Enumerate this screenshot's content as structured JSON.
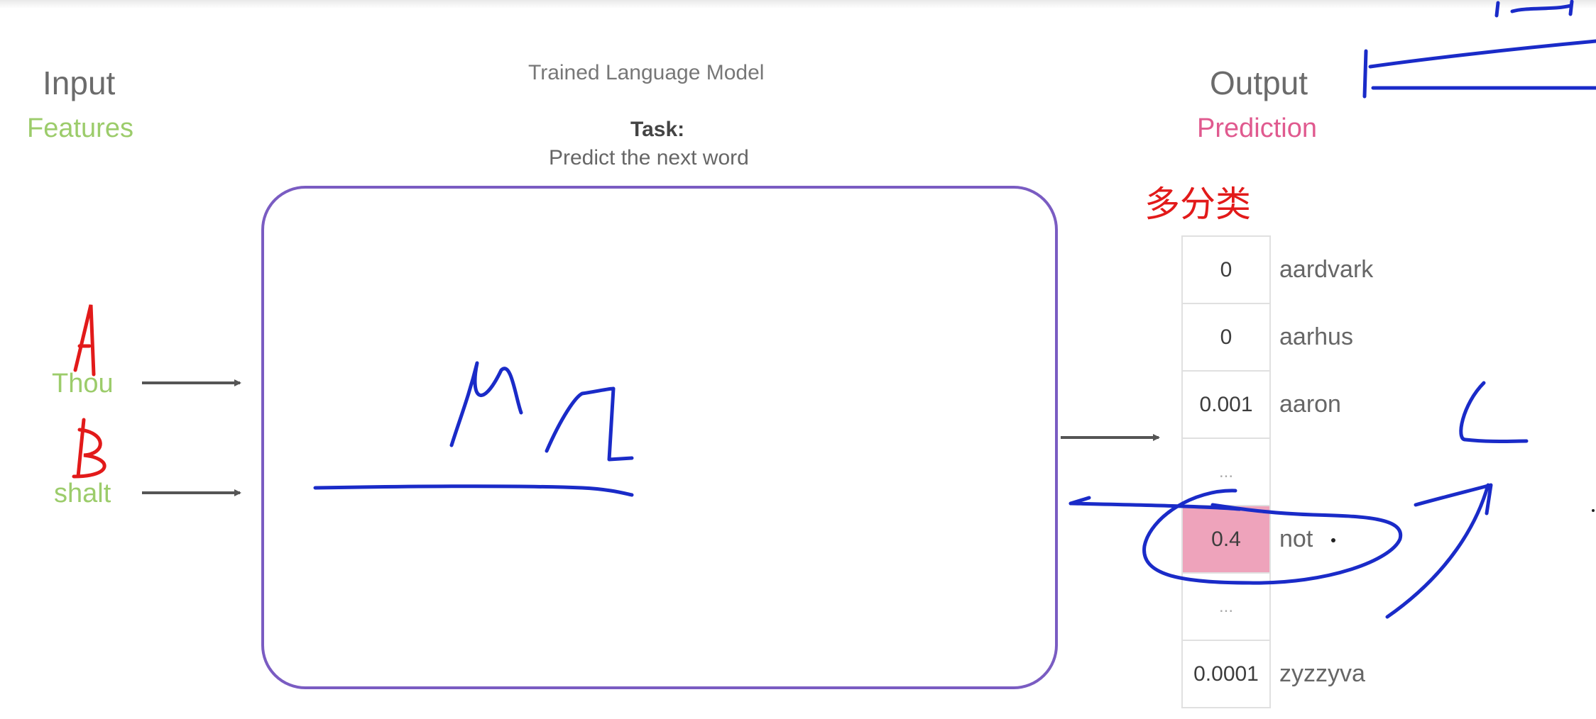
{
  "input": {
    "title": "Input",
    "subtitle": "Features",
    "words": [
      "Thou",
      "shalt"
    ]
  },
  "model": {
    "title": "Trained Language Model",
    "task_label": "Task:",
    "task_desc": "Predict the next word"
  },
  "output": {
    "title": "Output",
    "subtitle": "Prediction",
    "note": "多分类"
  },
  "prediction_rows": [
    {
      "value": "0",
      "word": "aardvark"
    },
    {
      "value": "0",
      "word": "aarhus"
    },
    {
      "value": "0.001",
      "word": "aaron"
    },
    {
      "value": "...",
      "word": ""
    },
    {
      "value": "0.4",
      "word": "not",
      "highlighted": true
    },
    {
      "value": "...",
      "word": ""
    },
    {
      "value": "0.0001",
      "word": "zyzzyva"
    }
  ],
  "colors": {
    "green": "#9ccc6b",
    "pink": "#e05a8f",
    "highlight": "#eea3bb",
    "box_border": "#7a5cc2",
    "ink_blue": "#1a2bc8",
    "ink_red": "#e21a1a"
  }
}
